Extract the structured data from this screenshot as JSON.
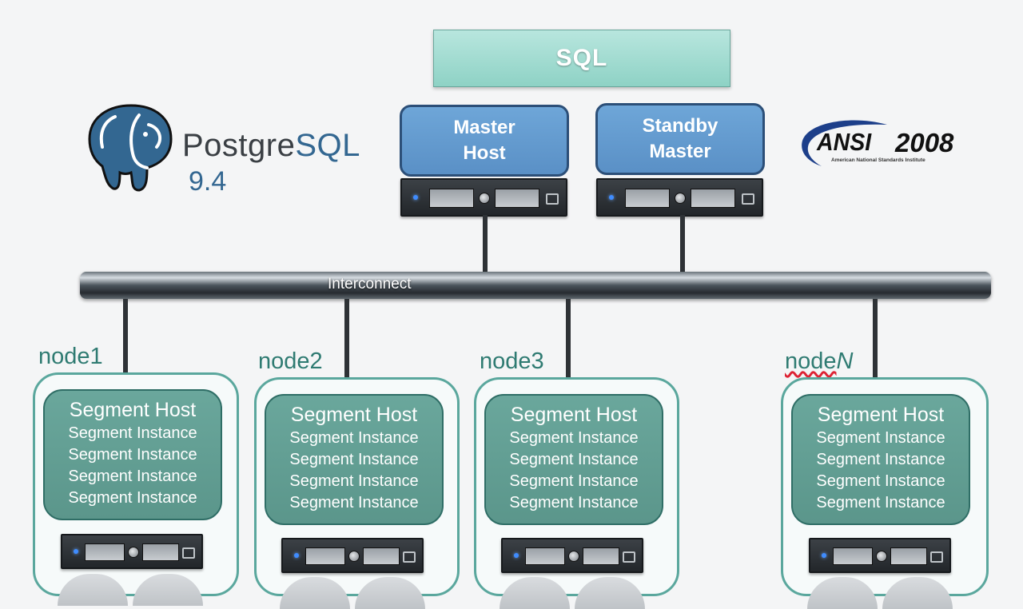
{
  "sql": {
    "label": "SQL"
  },
  "masters": [
    {
      "line1": "Master",
      "line2": "Host"
    },
    {
      "line1": "Standby",
      "line2": "Master"
    }
  ],
  "logos": {
    "postgres": {
      "word_main": "Postgre",
      "word_accent": "SQL",
      "version": "9.4",
      "color": "#336791"
    },
    "ansi": {
      "word": "ANSI",
      "year": "2008",
      "subtitle": "American National Standards Institute"
    }
  },
  "interconnect": {
    "label": "Interconnect"
  },
  "nodes": [
    {
      "label": "node1",
      "host_title": "Segment Host",
      "instances": [
        "Segment Instance",
        "Segment Instance",
        "Segment Instance",
        "Segment Instance"
      ]
    },
    {
      "label": "node2",
      "host_title": "Segment Host",
      "instances": [
        "Segment Instance",
        "Segment Instance",
        "Segment Instance",
        "Segment Instance"
      ]
    },
    {
      "label": "node3",
      "host_title": "Segment Host",
      "instances": [
        "Segment Instance",
        "Segment Instance",
        "Segment Instance",
        "Segment Instance"
      ]
    },
    {
      "label_prefix": "node",
      "label_suffix": "N",
      "host_title": "Segment Host",
      "instances": [
        "Segment Instance",
        "Segment Instance",
        "Segment Instance",
        "Segment Instance"
      ]
    }
  ],
  "colors": {
    "teal": "#5b968b",
    "teal_border": "#2f6e66",
    "master_blue": "#5a90c6",
    "master_border": "#2c4f78",
    "node_label": "#2f7b72",
    "server_led": "#3f8cff"
  }
}
